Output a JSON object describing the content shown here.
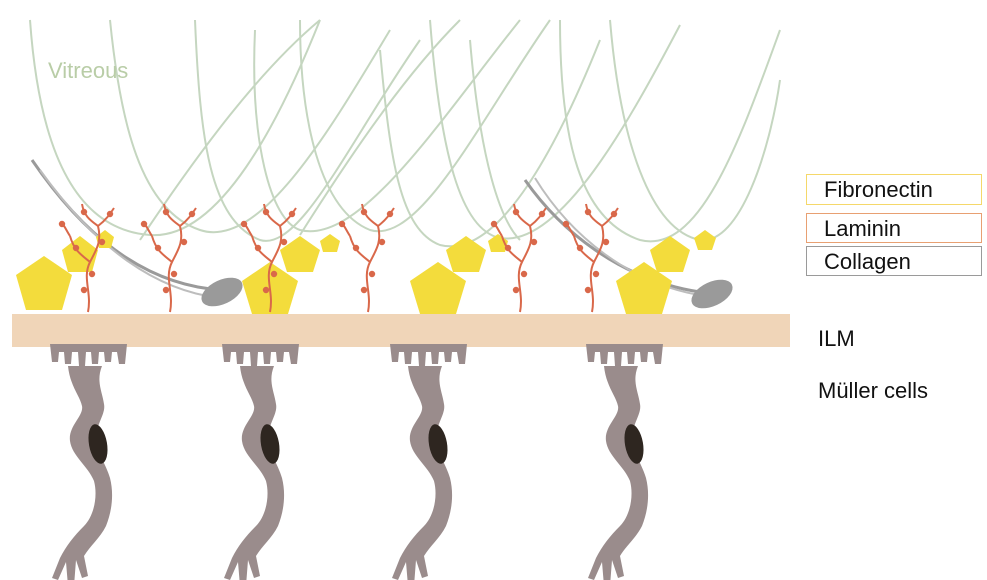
{
  "labels": {
    "vitreous": "Vitreous",
    "ilm": "ILM",
    "muller_cells": "Müller cells"
  },
  "legend": [
    {
      "label": "Fibronectin",
      "color": "#f5d86a"
    },
    {
      "label": "Laminin",
      "color": "#e8a072"
    },
    {
      "label": "Collagen",
      "color": "#9a9a9a"
    }
  ],
  "colors": {
    "vitreous_fiber": "#c5d6c0",
    "fibronectin": "#f3dc3c",
    "laminin": "#d9684a",
    "collagen": "#9a9a9a",
    "ilm": "#f0d5b8",
    "muller_cell": "#9a8c8c",
    "nucleus": "#2e2620"
  }
}
